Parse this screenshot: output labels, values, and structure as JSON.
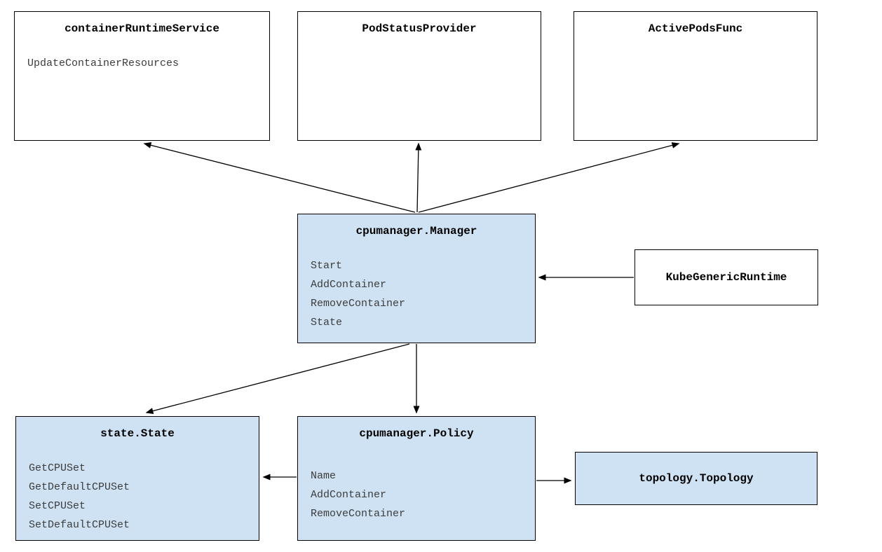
{
  "diagram": {
    "kind": "class-interface-diagram",
    "colors": {
      "highlight_fill": "#cfe2f3",
      "default_fill": "#ffffff",
      "border": "#000000",
      "arrow": "#000000",
      "method_text": "#3c3c3c"
    },
    "nodes": [
      {
        "id": "containerRuntimeService",
        "title": "containerRuntimeService",
        "methods": [
          "UpdateContainerResources"
        ]
      },
      {
        "id": "PodStatusProvider",
        "title": "PodStatusProvider",
        "methods": []
      },
      {
        "id": "ActivePodsFunc",
        "title": "ActivePodsFunc",
        "methods": []
      },
      {
        "id": "cpumanager.Manager",
        "title": "cpumanager.Manager",
        "methods": [
          "Start",
          "AddContainer",
          "RemoveContainer",
          "State"
        ]
      },
      {
        "id": "KubeGenericRuntime",
        "title": "KubeGenericRuntime",
        "methods": []
      },
      {
        "id": "state.State",
        "title": "state.State",
        "methods": [
          "GetCPUSet",
          "GetDefaultCPUSet",
          "SetCPUSet",
          "SetDefaultCPUSet"
        ]
      },
      {
        "id": "cpumanager.Policy",
        "title": "cpumanager.Policy",
        "methods": [
          "Name",
          "AddContainer",
          "RemoveContainer"
        ]
      },
      {
        "id": "topology.Topology",
        "title": "topology.Topology",
        "methods": []
      }
    ],
    "edges": [
      {
        "from": "cpumanager.Manager",
        "to": "containerRuntimeService"
      },
      {
        "from": "cpumanager.Manager",
        "to": "PodStatusProvider"
      },
      {
        "from": "cpumanager.Manager",
        "to": "ActivePodsFunc"
      },
      {
        "from": "KubeGenericRuntime",
        "to": "cpumanager.Manager"
      },
      {
        "from": "cpumanager.Manager",
        "to": "cpumanager.Policy"
      },
      {
        "from": "cpumanager.Manager",
        "to": "state.State"
      },
      {
        "from": "cpumanager.Policy",
        "to": "state.State"
      },
      {
        "from": "cpumanager.Policy",
        "to": "topology.Topology"
      }
    ]
  }
}
